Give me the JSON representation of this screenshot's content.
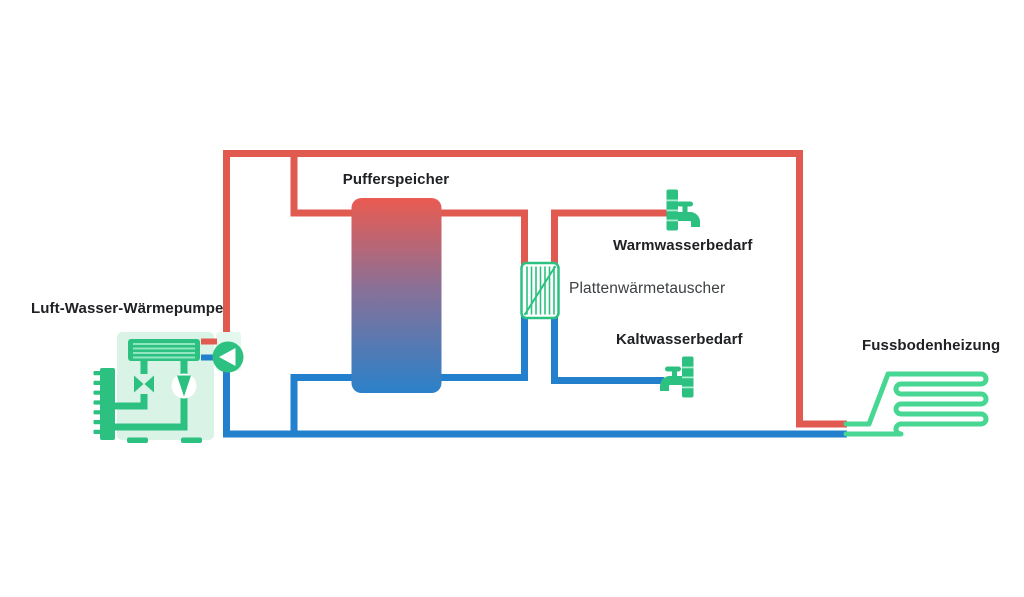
{
  "diagram": {
    "labels": {
      "heat_pump": "Luft-Wasser-Wärmepumpe",
      "buffer_tank": "Pufferspeicher",
      "hot_water_demand": "Warmwasserbedarf",
      "plate_heat_exchanger": "Plattenwärmetauscher",
      "cold_water_demand": "Kaltwasserbedarf",
      "floor_heating": "Fussbodenheizung"
    },
    "colors": {
      "hot_pipe_red": "#e15a50",
      "cold_pipe_blue": "#2380cc",
      "component_green": "#2cc181",
      "coil_light_green": "#47d792",
      "heat_pump_bg": "#d9f3e6",
      "heat_pump_bg_light": "#e4f8ee",
      "condenser_stripe": "#8fe6c0",
      "faucet_stripe": "#a9ecd0",
      "tank_top": "#ea5b51",
      "tank_mid": "#867199",
      "tank_bottom": "#2b81c9",
      "label_dark": "#202124",
      "label_gray": "#3c4043"
    },
    "icons": {
      "pump": "circle with left-pointing triangle",
      "compressor": "circle with downward cone",
      "expansion_valve": "bowtie",
      "evaporator": "finned bar",
      "condenser": "striped bar",
      "hot_water_faucet": "tap facing right",
      "cold_water_faucet": "tap facing left",
      "plate_heat_exchanger": "hatched box with diagonal",
      "floor_heating_coil": "serpentine pipe"
    }
  }
}
